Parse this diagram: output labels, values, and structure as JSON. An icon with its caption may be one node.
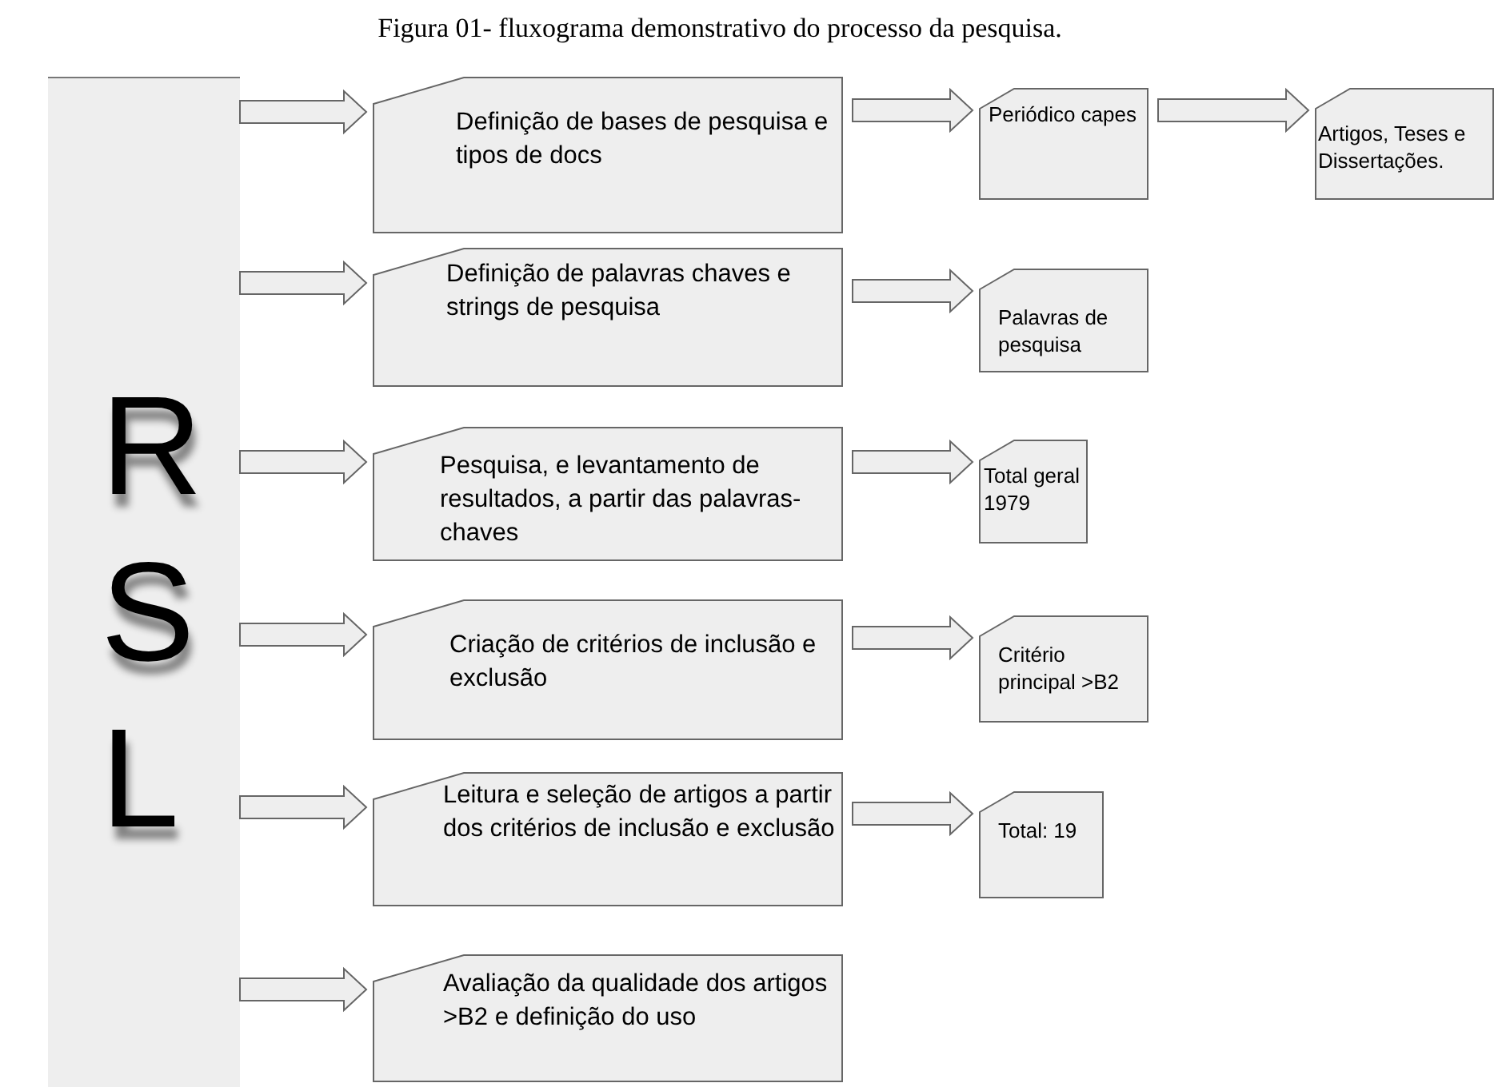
{
  "diagram": {
    "title": "Figura 01- fluxograma demonstrativo do processo da pesquisa.",
    "nodes": [
      {
        "text": [
          "RSL"
        ]
      },
      {
        "text": [
          "Definição de bases de pesquisa e tipos de docs"
        ]
      },
      {
        "text": [
          "Periódico capes"
        ]
      },
      {
        "text": [
          "Artigos, Teses e Dissertações."
        ]
      },
      {
        "text": [
          "Definição de palavras chaves e strings de pesquisa"
        ]
      },
      {
        "text": [
          "Palavras de pesquisa"
        ]
      },
      {
        "text": [
          "Pesquisa, e levantamento de resultados, a partir das palavras-chaves"
        ]
      },
      {
        "text": [
          "Total geral 1979"
        ]
      },
      {
        "text": [
          "Criação de critérios de inclusão e exclusão"
        ]
      },
      {
        "text": [
          "Critério principal >B2"
        ]
      },
      {
        "text": [
          "Leitura e seleção de artigos a partir dos critérios de inclusão e exclusão"
        ]
      },
      {
        "text": [
          "Total: 19"
        ]
      },
      {
        "text": [
          "Avaliação da qualidade dos artigos >B2 e definição do uso"
        ]
      }
    ],
    "edges": [
      {
        "from": 0,
        "to": 1,
        "arrow": "to"
      },
      {
        "from": 1,
        "to": 2,
        "arrow": "to"
      },
      {
        "from": 2,
        "to": 3,
        "arrow": "to"
      },
      {
        "from": 0,
        "to": 4,
        "arrow": "to"
      },
      {
        "from": 4,
        "to": 5,
        "arrow": "to"
      },
      {
        "from": 0,
        "to": 6,
        "arrow": "to"
      },
      {
        "from": 6,
        "to": 7,
        "arrow": "to"
      },
      {
        "from": 0,
        "to": 8,
        "arrow": "to"
      },
      {
        "from": 8,
        "to": 9,
        "arrow": "to"
      },
      {
        "from": 0,
        "to": 10,
        "arrow": "to"
      },
      {
        "from": 10,
        "to": 11,
        "arrow": "to"
      },
      {
        "from": 0,
        "to": 12,
        "arrow": "to"
      }
    ]
  }
}
